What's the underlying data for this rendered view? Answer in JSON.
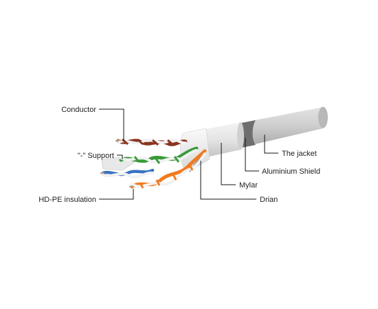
{
  "labels": {
    "conductor": "Conductor",
    "support": "\"-\" Support",
    "insulation": "HD-PE insulation",
    "jacket": "The jacket",
    "aluminium_shield": "Aluminium Shield",
    "mylar": "Mylar",
    "drain": "Drian"
  },
  "colors": {
    "jacket": "#c8c8c8",
    "jacket_dark": "#9a9a9a",
    "shield": "#e6e6e6",
    "pair_brown": "#8a3520",
    "pair_green": "#3a9a3a",
    "pair_blue": "#3a72c0",
    "pair_orange": "#f07a20",
    "leader_line": "#111111"
  },
  "icons": {
    "cable": "cat6-ftp-cable-illustration"
  }
}
